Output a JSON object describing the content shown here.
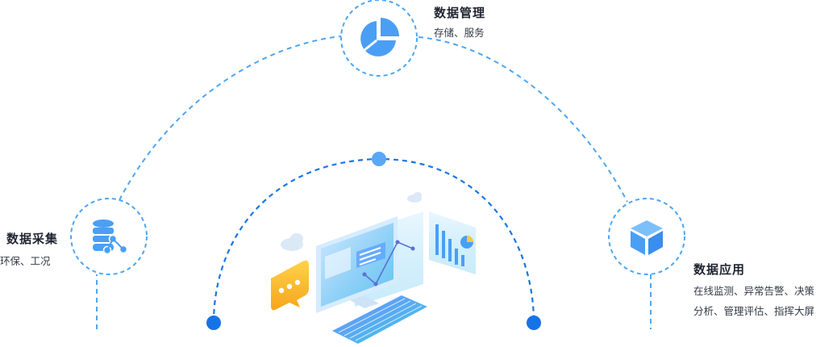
{
  "nodes": {
    "management": {
      "title": "数据管理",
      "desc": "存储、服务",
      "icon": "pie-chart-icon"
    },
    "collection": {
      "title": "数据采集",
      "desc": "环保、工况",
      "icon": "database-share-icon"
    },
    "application": {
      "title": "数据应用",
      "desc_line1": "在线监测、异常告警、决策",
      "desc_line2": "分析、管理评估、指挥大屏",
      "icon": "cube-icon"
    }
  },
  "center": {
    "illustration": "computer-dashboard-illustration"
  },
  "colors": {
    "outer_arc": "#4ea6f2",
    "inner_arc": "#1976e6",
    "dot": "#1673e6",
    "icon_fill": "#4a9ff5",
    "node_ring": "#4ea6f2"
  }
}
